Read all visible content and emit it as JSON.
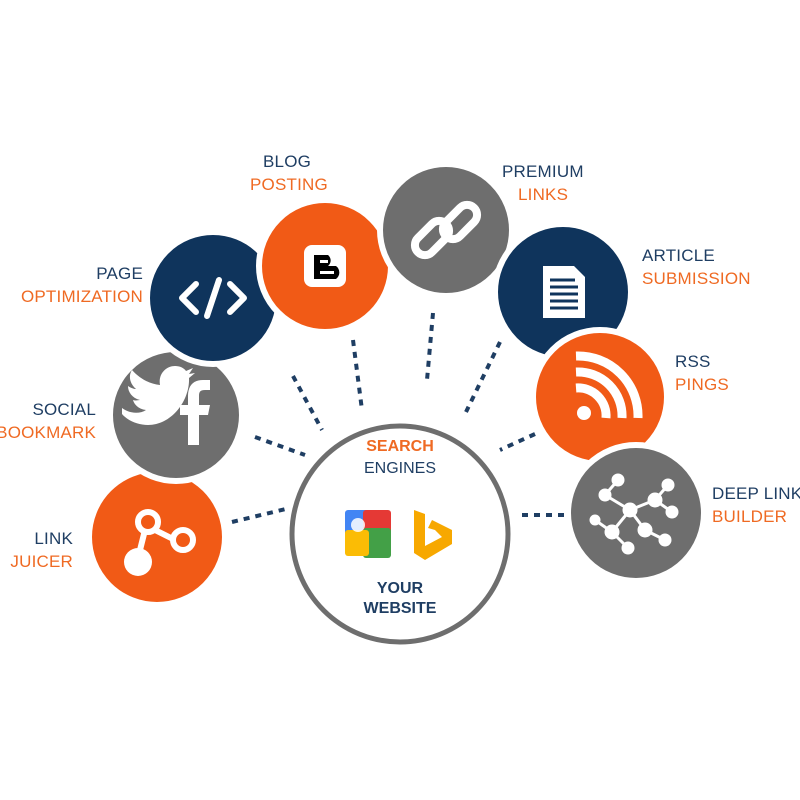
{
  "colors": {
    "orange": "#f15a16",
    "navy": "#0f345c",
    "gray": "#707070",
    "label_dark": "#1f3e63",
    "label_orange": "#ef6a23"
  },
  "center": {
    "line1": "SEARCH",
    "line2": "ENGINES",
    "line3": "YOUR",
    "line4": "WEBSITE",
    "logos": [
      "google-logo",
      "bing-logo"
    ]
  },
  "nodes": [
    {
      "id": "link-juicer",
      "icon": "link-juicer-icon",
      "line1": "LINK",
      "line2": "JUICER"
    },
    {
      "id": "social-bookmark",
      "icon": "twitter-facebook-icon",
      "line1": "SOCIAL",
      "line2": "BOOKMARK"
    },
    {
      "id": "page-optimization",
      "icon": "code-icon",
      "line1": "PAGE",
      "line2": "OPTIMIZATION"
    },
    {
      "id": "blog-posting",
      "icon": "blogger-icon",
      "line1": "BLOG",
      "line2": "POSTING"
    },
    {
      "id": "premium-links",
      "icon": "chain-link-icon",
      "line1": "PREMIUM",
      "line2": "LINKS"
    },
    {
      "id": "article-submission",
      "icon": "document-icon",
      "line1": "ARTICLE",
      "line2": "SUBMISSION"
    },
    {
      "id": "rss-pings",
      "icon": "rss-icon",
      "line1": "RSS",
      "line2": "PINGS"
    },
    {
      "id": "deep-link-builder",
      "icon": "network-icon",
      "line1": "DEEP LINK",
      "line2": "BUILDER"
    }
  ]
}
